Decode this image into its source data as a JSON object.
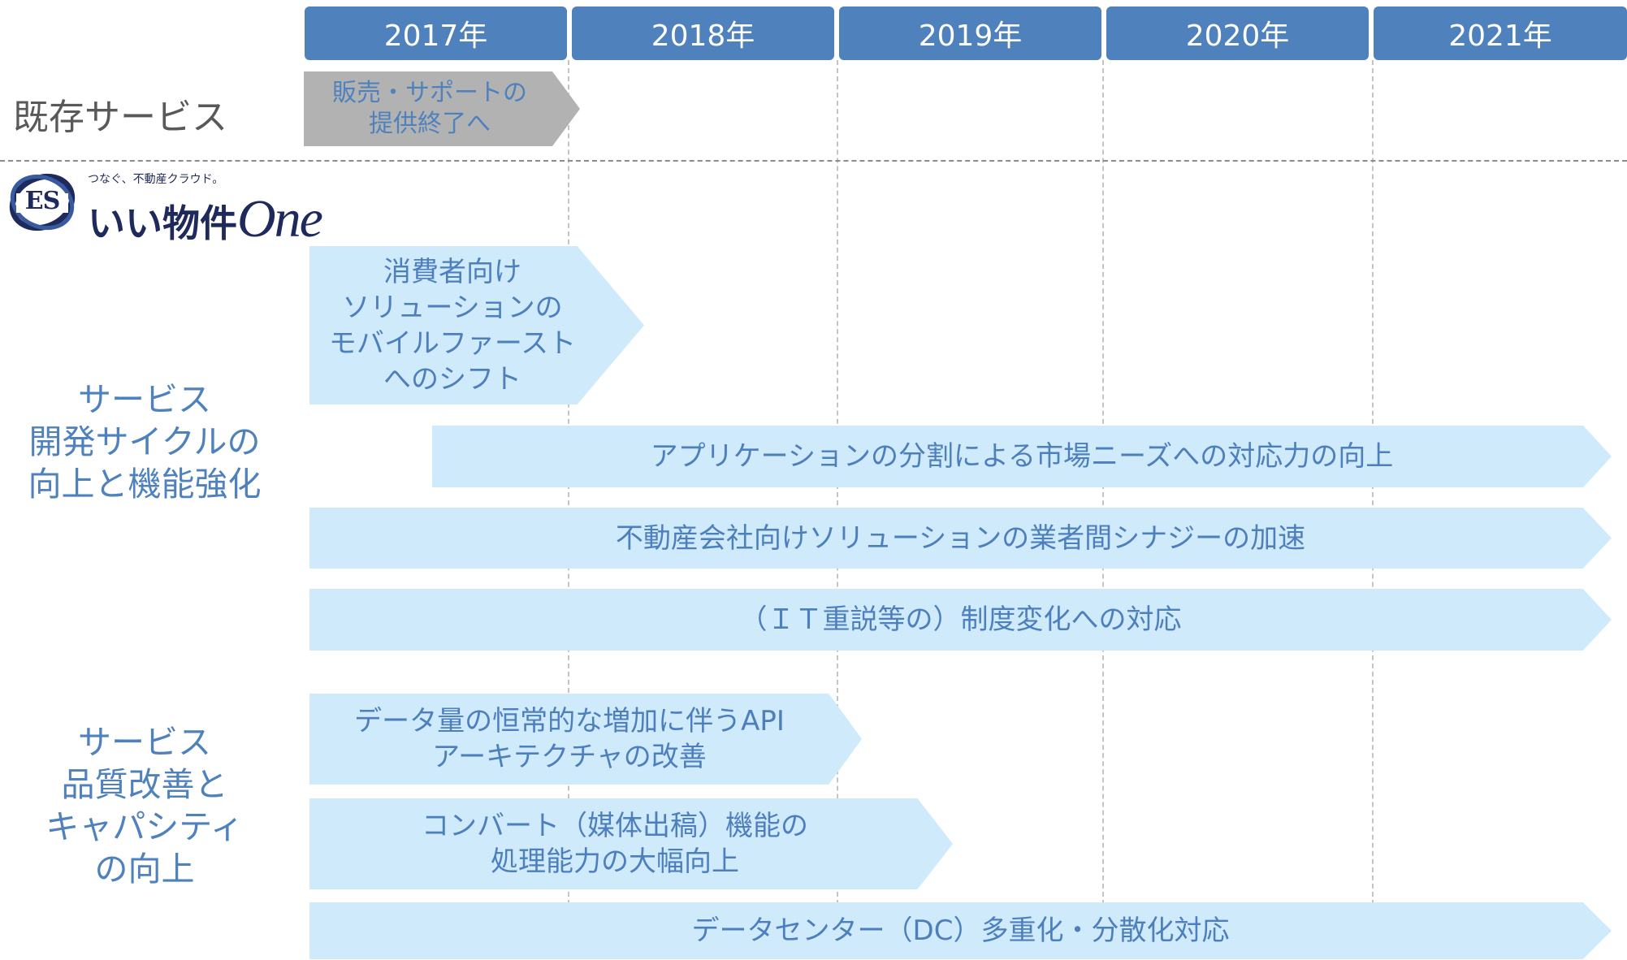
{
  "years": [
    "2017年",
    "2018年",
    "2019年",
    "2020年",
    "2021年"
  ],
  "existing": {
    "label": "既存サービス",
    "arrow": [
      "販売・サポートの",
      "提供終了へ"
    ]
  },
  "logo": {
    "tagline": "つなぐ、不動産クラウド。",
    "es": "ES",
    "name": "いい物件",
    "one": "One"
  },
  "sections": [
    {
      "label": [
        "サービス",
        "開発サイクルの",
        "向上と機能強化"
      ]
    },
    {
      "label": [
        "サービス",
        "品質改善と",
        "キャパシティ",
        "の向上"
      ]
    }
  ],
  "arrows": [
    {
      "lines": [
        "消費者向け",
        "ソリューションの",
        "モバイルファースト",
        "へのシフト"
      ]
    },
    {
      "lines": [
        "アプリケーションの分割による市場ニーズへの対応力の向上"
      ]
    },
    {
      "lines": [
        "不動産会社向けソリューションの業者間シナジーの加速"
      ]
    },
    {
      "lines": [
        "（ＩＴ重説等の）制度変化への対応"
      ]
    },
    {
      "lines": [
        "データ量の恒常的な増加に伴うAPI",
        "アーキテクチャの改善"
      ]
    },
    {
      "lines": [
        "コンバート（媒体出稿）機能の",
        "処理能力の大幅向上"
      ]
    },
    {
      "lines": [
        "データセンター（DC）多重化・分散化対応"
      ]
    }
  ]
}
